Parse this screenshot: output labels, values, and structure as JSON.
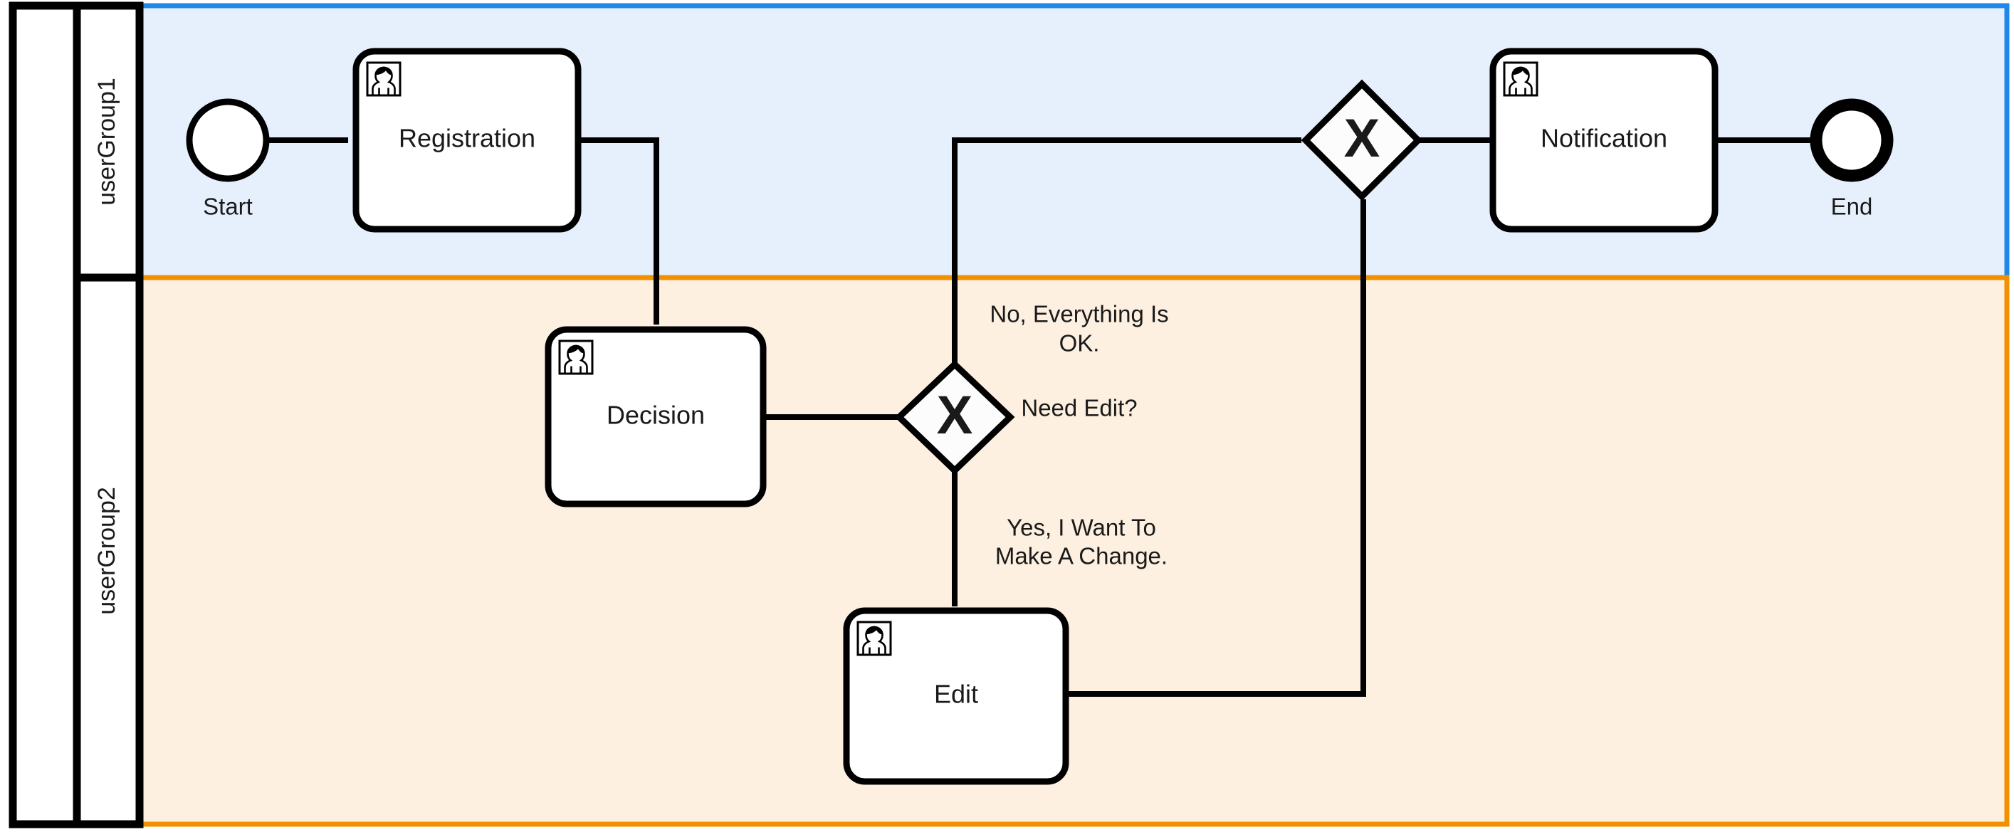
{
  "diagram": {
    "type": "bpmn-collaboration-pool",
    "pool": {
      "header_label": ""
    },
    "lanes": [
      {
        "id": "lane1",
        "label": "userGroup1",
        "accent_color": "#2087ed",
        "fill_color": "#e6f0fc"
      },
      {
        "id": "lane2",
        "label": "userGroup2",
        "accent_color": "#f29100",
        "fill_color": "#fdf0e0"
      }
    ],
    "nodes": [
      {
        "id": "start",
        "kind": "start-event",
        "label": "Start",
        "lane": "lane1"
      },
      {
        "id": "registration",
        "kind": "user-task",
        "label": "Registration",
        "lane": "lane1"
      },
      {
        "id": "merge",
        "kind": "exclusive-gateway",
        "label": "X",
        "lane": "lane1"
      },
      {
        "id": "notification",
        "kind": "user-task",
        "label": "Notification",
        "lane": "lane1"
      },
      {
        "id": "end",
        "kind": "end-event",
        "label": "End",
        "lane": "lane1"
      },
      {
        "id": "decision",
        "kind": "user-task",
        "label": "Decision",
        "lane": "lane2"
      },
      {
        "id": "split",
        "kind": "exclusive-gateway",
        "label": "X",
        "lane": "lane2"
      },
      {
        "id": "edit",
        "kind": "user-task",
        "label": "Edit",
        "lane": "lane2"
      }
    ],
    "edges": [
      {
        "id": "e1",
        "from": "start",
        "to": "registration",
        "label": ""
      },
      {
        "id": "e2",
        "from": "registration",
        "to": "decision",
        "label": ""
      },
      {
        "id": "e3",
        "from": "decision",
        "to": "split",
        "label": ""
      },
      {
        "id": "e4",
        "from": "split",
        "to": "merge",
        "label": "No, Everything Is OK."
      },
      {
        "id": "e5",
        "from": "split",
        "to": "edit",
        "label": "Yes, I Want To Make A Change."
      },
      {
        "id": "e6",
        "from": "edit",
        "to": "merge",
        "label": ""
      },
      {
        "id": "e7",
        "from": "merge",
        "to": "notification",
        "label": ""
      },
      {
        "id": "e8",
        "from": "notification",
        "to": "end",
        "label": ""
      }
    ],
    "edge_labels": {
      "gateway_question": "Need Edit?",
      "no_branch_line1": "No, Everything Is",
      "no_branch_line2": "OK.",
      "yes_branch_line1": "Yes, I Want To",
      "yes_branch_line2": "Make A Change."
    },
    "colors": {
      "stroke": "#000000",
      "node_fill": "#ffffff",
      "lane1_fill": "#e6f0fc",
      "lane1_border": "#2087ed",
      "lane2_fill": "#fdf0e0",
      "lane2_border": "#f29100",
      "text": "#1a1a1a"
    }
  }
}
